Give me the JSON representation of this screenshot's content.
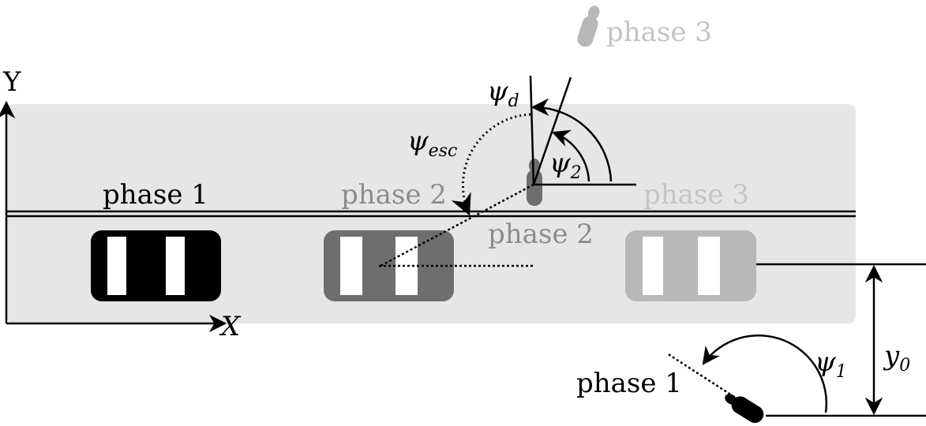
{
  "axes": {
    "y_label": "Y",
    "x_label": "X"
  },
  "labels": {
    "phase1_vehicle": "phase 1",
    "phase2_vehicle": "phase 2",
    "phase3_vehicle": "phase 3",
    "phase2_pedestrian": "phase 2",
    "phase3_pedestrian": "phase 3",
    "phase1_pedestrian": "phase 1"
  },
  "angles": {
    "psi_d": {
      "symbol": "ψ",
      "sub": "d"
    },
    "psi_esc": {
      "symbol": "ψ",
      "sub": "esc"
    },
    "psi_2": {
      "symbol": "ψ",
      "sub": "2"
    },
    "psi_1": {
      "symbol": "ψ",
      "sub": "1"
    }
  },
  "offset": {
    "symbol": "y",
    "sub": "0"
  },
  "colors": {
    "road": "#e6e6e6",
    "phase1": "#000000",
    "phase2": "#6e6e6e",
    "phase3": "#b8b8b8",
    "phase2_text": "#8c8c8c",
    "phase3_text": "#c4c4c4"
  }
}
